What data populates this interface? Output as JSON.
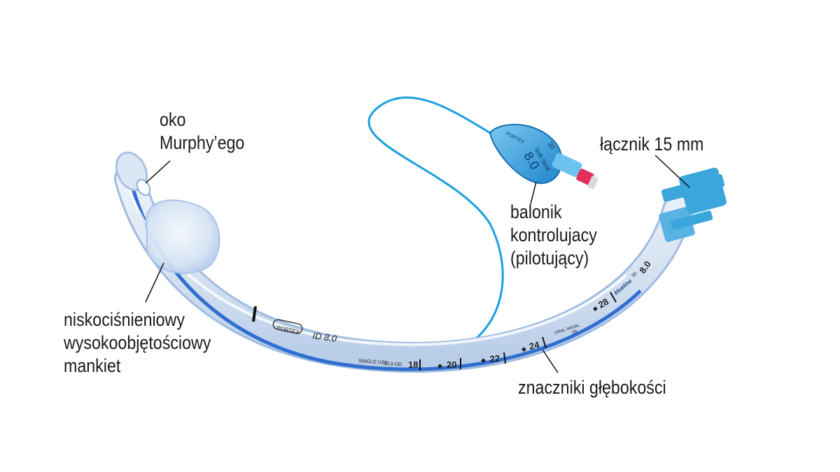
{
  "labels": {
    "murphy_eye": [
      "oko",
      "Murphy’ego"
    ],
    "connector": [
      "łącznik 15 mm"
    ],
    "pilot_balloon": [
      "balonik",
      "kontrolujacy",
      "(pilotujący)"
    ],
    "cuff": [
      "niskociśnieniowy",
      "wysokoobjętościowy",
      "mankiet"
    ],
    "depth_markers": [
      "znaczniki głębokości"
    ]
  },
  "tube_print": {
    "brand": "PORTEX",
    "id_text": "ID 8.0",
    "single_use": "SINGLE USE",
    "od_text": "10.9 OD",
    "depth_marks": [
      "18",
      "20",
      "22",
      "24",
      "28"
    ],
    "oral_nasal": "ORAL NASAL",
    "nasal_mark": "26",
    "blueline": "blueline",
    "blueline_mark": "30",
    "size": "8.0"
  },
  "pilot_print": {
    "size": "8.0",
    "soft_seal": "Soft-Seal",
    "brand": "PORTEX",
    "mark": "30"
  },
  "colors": {
    "tube_blue": "#2f6fd0",
    "tube_clear": "#dfe9f6",
    "pilot_line": "#1aa0e0",
    "connector": "#3aa6dc",
    "cuff": "#c9dcf3",
    "valve_red": "#e0305a",
    "text": "#1a1a1a"
  }
}
